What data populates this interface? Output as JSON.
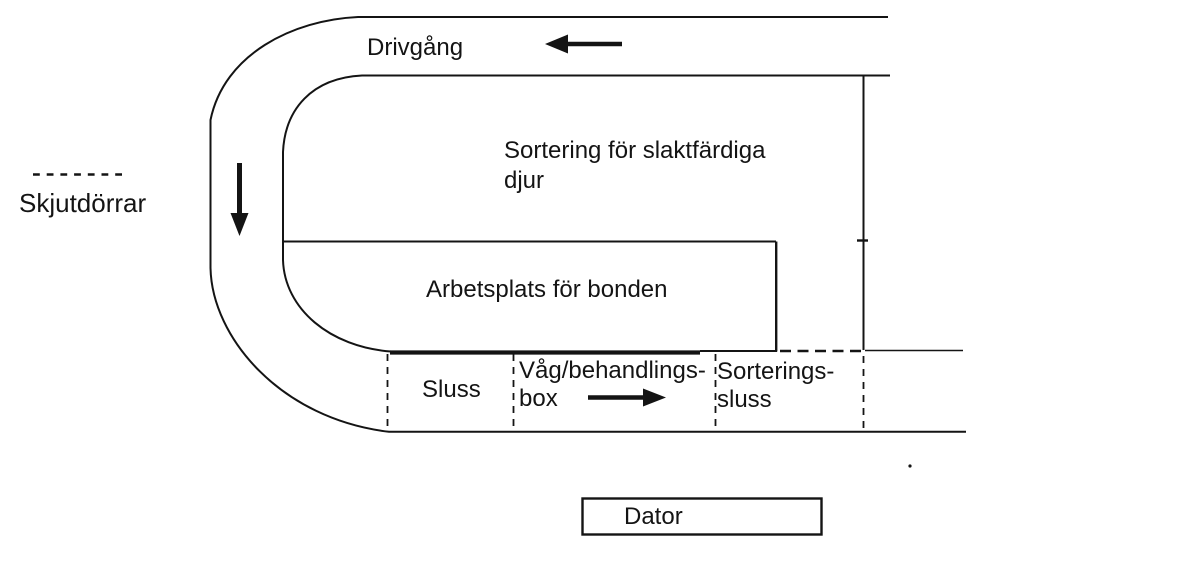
{
  "colors": {
    "ink": "#141414",
    "background": "#ffffff"
  },
  "legend": {
    "symbol": "dashed-line",
    "label": "Skjutdörrar"
  },
  "corridor": {
    "label": "Drivgång",
    "flow_direction": "left"
  },
  "left_corridor": {
    "flow_direction": "down"
  },
  "areas": {
    "sorting": {
      "line1": "Sortering för slaktfärdiga",
      "line2": "djur"
    },
    "workplace": {
      "label": "Arbetsplats för bonden"
    },
    "sluss": {
      "label": "Sluss"
    },
    "weigh_box": {
      "line1": "Våg/behandlings-",
      "line2": "box",
      "flow_direction": "right"
    },
    "sorting_sluss": {
      "line1": "Sorterings-",
      "line2": "sluss"
    },
    "computer": {
      "label": "Dator"
    }
  },
  "icons": {
    "flow-arrow-left-icon": "thick left-pointing arrow inside Drivgång",
    "flow-arrow-down-icon": "thick down-pointing arrow inside left corridor",
    "flow-arrow-right-icon": "thick right-pointing arrow inside Våg/behandlings-box",
    "sliding-door-icon": "dashed line segments marking sliding doors"
  }
}
